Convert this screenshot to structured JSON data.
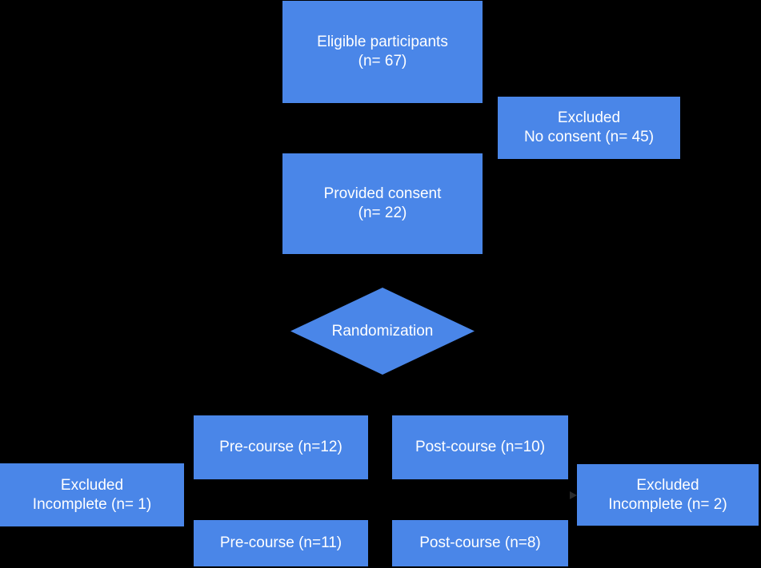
{
  "colors": {
    "background": "#000000",
    "node_fill": "#4a86e8",
    "text": "#ffffff"
  },
  "diagram": {
    "type": "flowchart",
    "nodes": {
      "eligible": {
        "line1": "Eligible participants",
        "line2": "(n= 67)"
      },
      "excluded_no_consent": {
        "line1": "Excluded",
        "line2": "No consent (n= 45)"
      },
      "provided_consent": {
        "line1": "Provided consent",
        "line2": "(n= 22)"
      },
      "randomization": {
        "label": "Randomization"
      },
      "pre_course_top": {
        "label": "Pre-course (n=12)"
      },
      "post_course_top": {
        "label": "Post-course (n=10)"
      },
      "excluded_incomplete_left": {
        "line1": "Excluded",
        "line2": "Incomplete (n= 1)"
      },
      "excluded_incomplete_right": {
        "line1": "Excluded",
        "line2": "Incomplete (n= 2)"
      },
      "pre_course_bottom": {
        "label": "Pre-course (n=11)"
      },
      "post_course_bottom": {
        "label": "Post-course (n=8)"
      }
    }
  }
}
